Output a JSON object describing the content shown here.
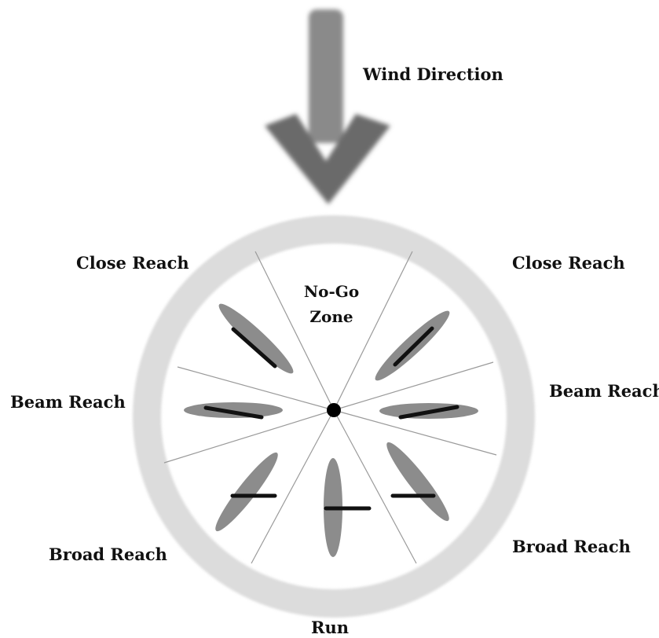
{
  "labels": {
    "wind_direction": "Wind Direction",
    "close_reach_left": "Close Reach",
    "close_reach_right": "Close Reach",
    "no_go_line1": "No-Go",
    "no_go_line2": "Zone",
    "beam_reach_left": "Beam Reach",
    "beam_reach_right": "Beam Reach",
    "broad_reach_left": "Broad Reach",
    "broad_reach_right": "Broad Reach",
    "run": "Run"
  },
  "colors": {
    "ring": "#dcdcdc",
    "arrow": "#6f6f6f",
    "hull": "#8c8c8c",
    "sail": "#111111",
    "divider": "#9a9a9a"
  }
}
